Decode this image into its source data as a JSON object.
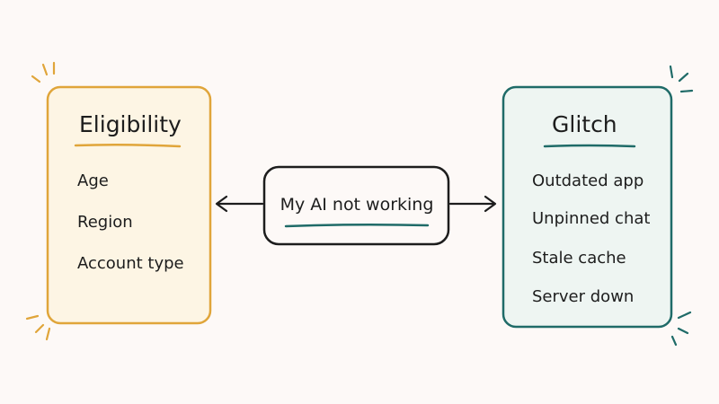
{
  "diagram": {
    "center": {
      "label": "My AI not working"
    },
    "left_box": {
      "title": "Eligibility",
      "items": [
        "Age",
        "Region",
        "Account type"
      ]
    },
    "right_box": {
      "title": "Glitch",
      "items": [
        "Outdated app",
        "Unpinned chat",
        "Stale cache",
        "Server down"
      ]
    }
  },
  "colors": {
    "background": "#fdf9f7",
    "left_accent": "#e0a53a",
    "left_fill": "#fdf5e4",
    "right_accent": "#1f6b68",
    "right_fill": "#eef5f2",
    "ink": "#1d1d1d"
  }
}
